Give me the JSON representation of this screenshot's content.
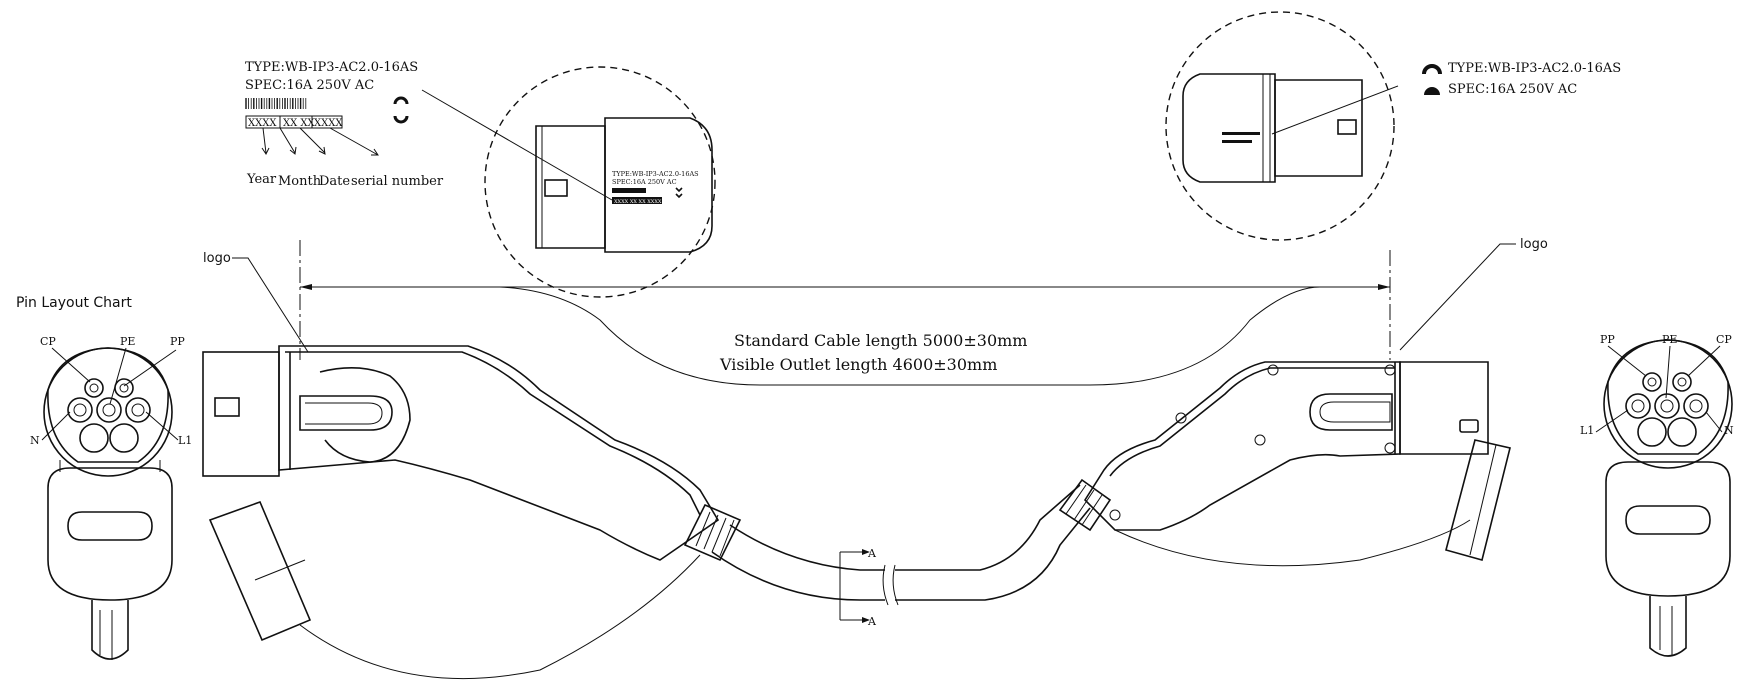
{
  "label_left": {
    "type_line": "TYPE:WB-IP3-AC2.0-16AS",
    "spec_line": "SPEC:16A  250V AC",
    "code_box_1": "XXXX",
    "code_box_2": "XX XX",
    "code_box_3": "XXXX",
    "legend_year": "Year",
    "legend_month": "Month",
    "legend_date": "Date",
    "legend_serial": "serial number"
  },
  "label_right": {
    "type_line": "TYPE:WB-IP3-AC2.0-16AS",
    "spec_line": "SPEC:16A  250V AC"
  },
  "detail_left": {
    "type_line": "TYPE:WB-IP3-AC2.0-16AS",
    "spec_line": "SPEC:16A  250V AC",
    "code_line": "XXXX XX XX XXXX"
  },
  "pin_layout_title": "Pin Layout Chart",
  "pins_left": {
    "cp": "CP",
    "pe": "PE",
    "pp": "PP",
    "n": "N",
    "l1": "L1"
  },
  "pins_right": {
    "pp": "PP",
    "pe": "PE",
    "cp": "CP",
    "l1": "L1",
    "n": "N"
  },
  "logo_left": "logo",
  "logo_right": "logo",
  "dimension": {
    "line1": "Standard Cable length 5000±30mm",
    "line2": "Visible Outlet length 4600±30mm"
  },
  "section_marks": {
    "top": "A",
    "bottom": "A"
  }
}
